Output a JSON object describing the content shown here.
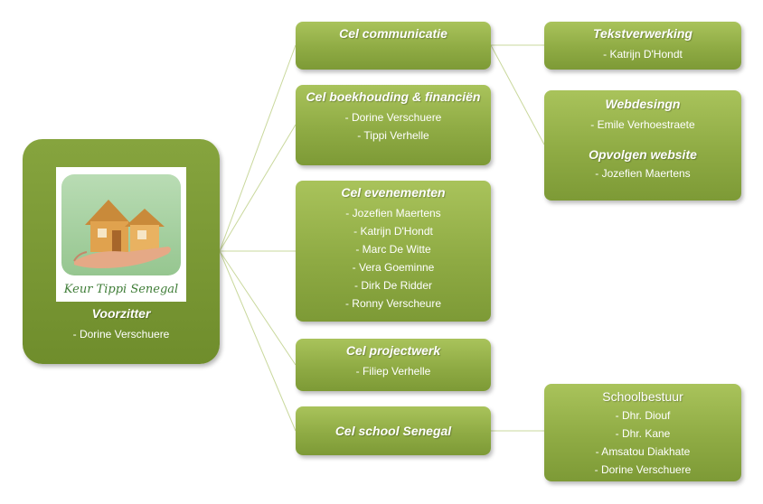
{
  "root": {
    "logo_text": "Keur Tippi Senegal",
    "title": "Voorzitter",
    "members": [
      "- Dorine Verschuere"
    ]
  },
  "cells": [
    {
      "title": "Cel communicatie",
      "members": []
    },
    {
      "title": "Cel  boekhouding & financiën",
      "members": [
        "- Dorine Verschuere",
        "- Tippi Verhelle"
      ]
    },
    {
      "title": "Cel evenementen",
      "members": [
        "- Jozefien Maertens",
        "- Katrijn D'Hondt",
        "- Marc De Witte",
        "- Vera Goeminne",
        "- Dirk De Ridder",
        "- Ronny Verscheure"
      ]
    },
    {
      "title": "Cel projectwerk",
      "members": [
        "- Filiep Verhelle"
      ]
    },
    {
      "title": "Cel  school Senegal",
      "members": []
    }
  ],
  "sub": {
    "tekst": {
      "title": "Tekstverwerking",
      "members": [
        "- Katrijn D'Hondt"
      ]
    },
    "web": {
      "title": "Webdesingn",
      "members": [
        "- Emile Verhoestraete"
      ],
      "title2": "Opvolgen website",
      "members2": [
        "- Jozefien Maertens"
      ]
    },
    "school": {
      "title": "Schoolbestuur",
      "members": [
        "- Dhr. Diouf",
        "- Dhr. Kane",
        "- Amsatou Diakhate",
        "- Dorine Verschuere"
      ]
    }
  },
  "colors": {
    "box": "#8fab44",
    "root": "#6f8d2c",
    "connector": "#c9d89c",
    "logo_text": "#3f7d37"
  }
}
